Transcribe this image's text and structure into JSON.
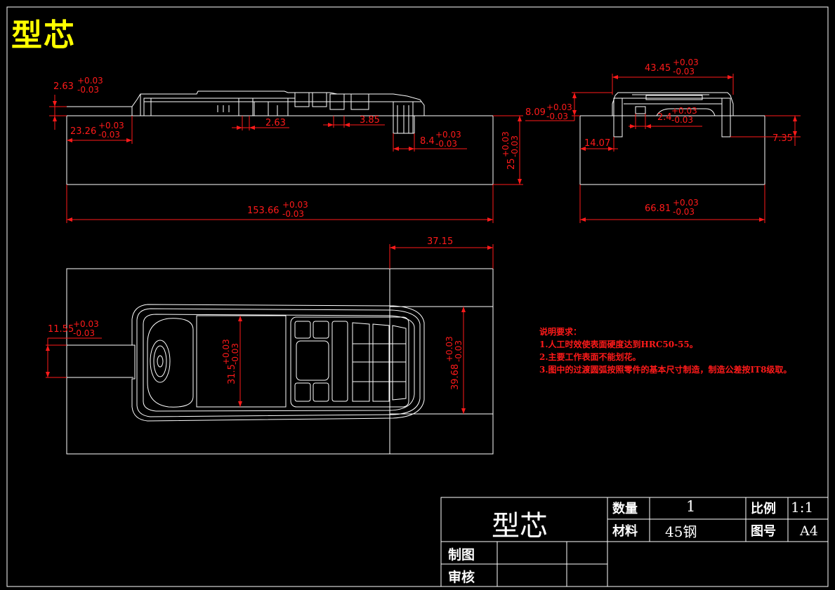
{
  "title": "型芯",
  "dimensions": {
    "d_263_top": "2.63",
    "d_2326": "23.26",
    "d_263_mid": "2.63",
    "d_385": "3.85",
    "d_84": "8.4",
    "d_25": "25",
    "d_15366": "153.66",
    "d_4345": "43.45",
    "d_809": "8.09",
    "d_24": "2.4",
    "d_1407": "14.07",
    "d_735": "7.35",
    "d_6681": "66.81",
    "d_3715": "37.15",
    "d_1155": "11.55",
    "d_315": "31.5",
    "d_3968": "39.68",
    "tol_plus": "+0.03",
    "tol_minus": "-0.03"
  },
  "notes": {
    "heading": "说明要求：",
    "items": [
      "1.人工时效使表面硬度达到HRC50-55。",
      "2.主要工作表面不能划花。",
      "3.图中的过渡圆弧按照零件的基本尺寸制造，制造公差按IT8级取。"
    ]
  },
  "title_block": {
    "part_name": "型芯",
    "qty_label": "数量",
    "qty_value": "1",
    "scale_label": "比例",
    "scale_value": "1:1",
    "material_label": "材料",
    "material_value": "45钢",
    "drawing_no_label": "图号",
    "drawing_no_value": "A4",
    "drawn_label": "制图",
    "checked_label": "审核"
  },
  "colors": {
    "background": "#000000",
    "outline": "#ffffff",
    "dimension": "#ff1a1a",
    "title": "#ffff00"
  }
}
